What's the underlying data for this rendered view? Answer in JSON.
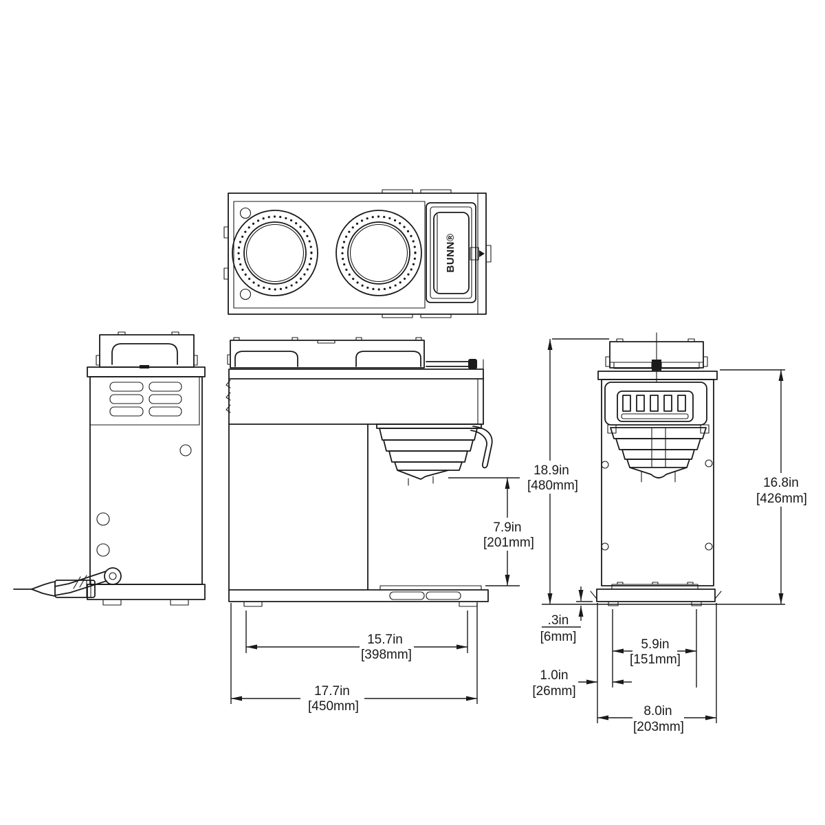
{
  "brand": "BUNN®",
  "dimensions": {
    "overall_height": {
      "in": "18.9in",
      "mm": "[480mm]"
    },
    "funnel_clearance": {
      "in": "7.9in",
      "mm": "[201mm]"
    },
    "body_height": {
      "in": "16.8in",
      "mm": "[426mm]"
    },
    "foot_span_side": {
      "in": "15.7in",
      "mm": "[398mm]"
    },
    "overall_width": {
      "in": "17.7in",
      "mm": "[450mm]"
    },
    "foot_height": {
      "in": ".3in",
      "mm": "[6mm]"
    },
    "foot_span_front": {
      "in": "5.9in",
      "mm": "[151mm]"
    },
    "foot_inset": {
      "in": "1.0in",
      "mm": "[26mm]"
    },
    "overall_depth": {
      "in": "8.0in",
      "mm": "[203mm]"
    }
  }
}
